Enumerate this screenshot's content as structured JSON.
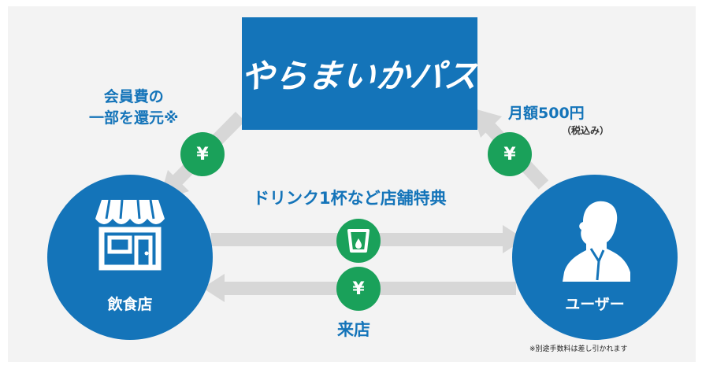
{
  "brand": {
    "logo_text": "やらまいかパス"
  },
  "nodes": {
    "store": {
      "label": "飲食店",
      "icon": "storefront-icon"
    },
    "user": {
      "label": "ユーザー",
      "icon": "person-silhouette-icon"
    }
  },
  "flows": {
    "fee_to_store": {
      "line1": "会員費の",
      "line2": "一部を還元※",
      "badge": "¥"
    },
    "monthly_fee": {
      "label": "月額500円",
      "note": "（税込み）",
      "badge": "¥"
    },
    "perk": {
      "label": "ドリンク1杯など店舗特典",
      "icon": "drink-cup-icon"
    },
    "visit": {
      "label": "来店",
      "badge": "¥"
    }
  },
  "footnote": "※別途手数料は差し引かれます",
  "colors": {
    "blue": "#1474b9",
    "green": "#1aa15a",
    "arrow": "#d7d7d7",
    "background": "#f3f3f3"
  }
}
